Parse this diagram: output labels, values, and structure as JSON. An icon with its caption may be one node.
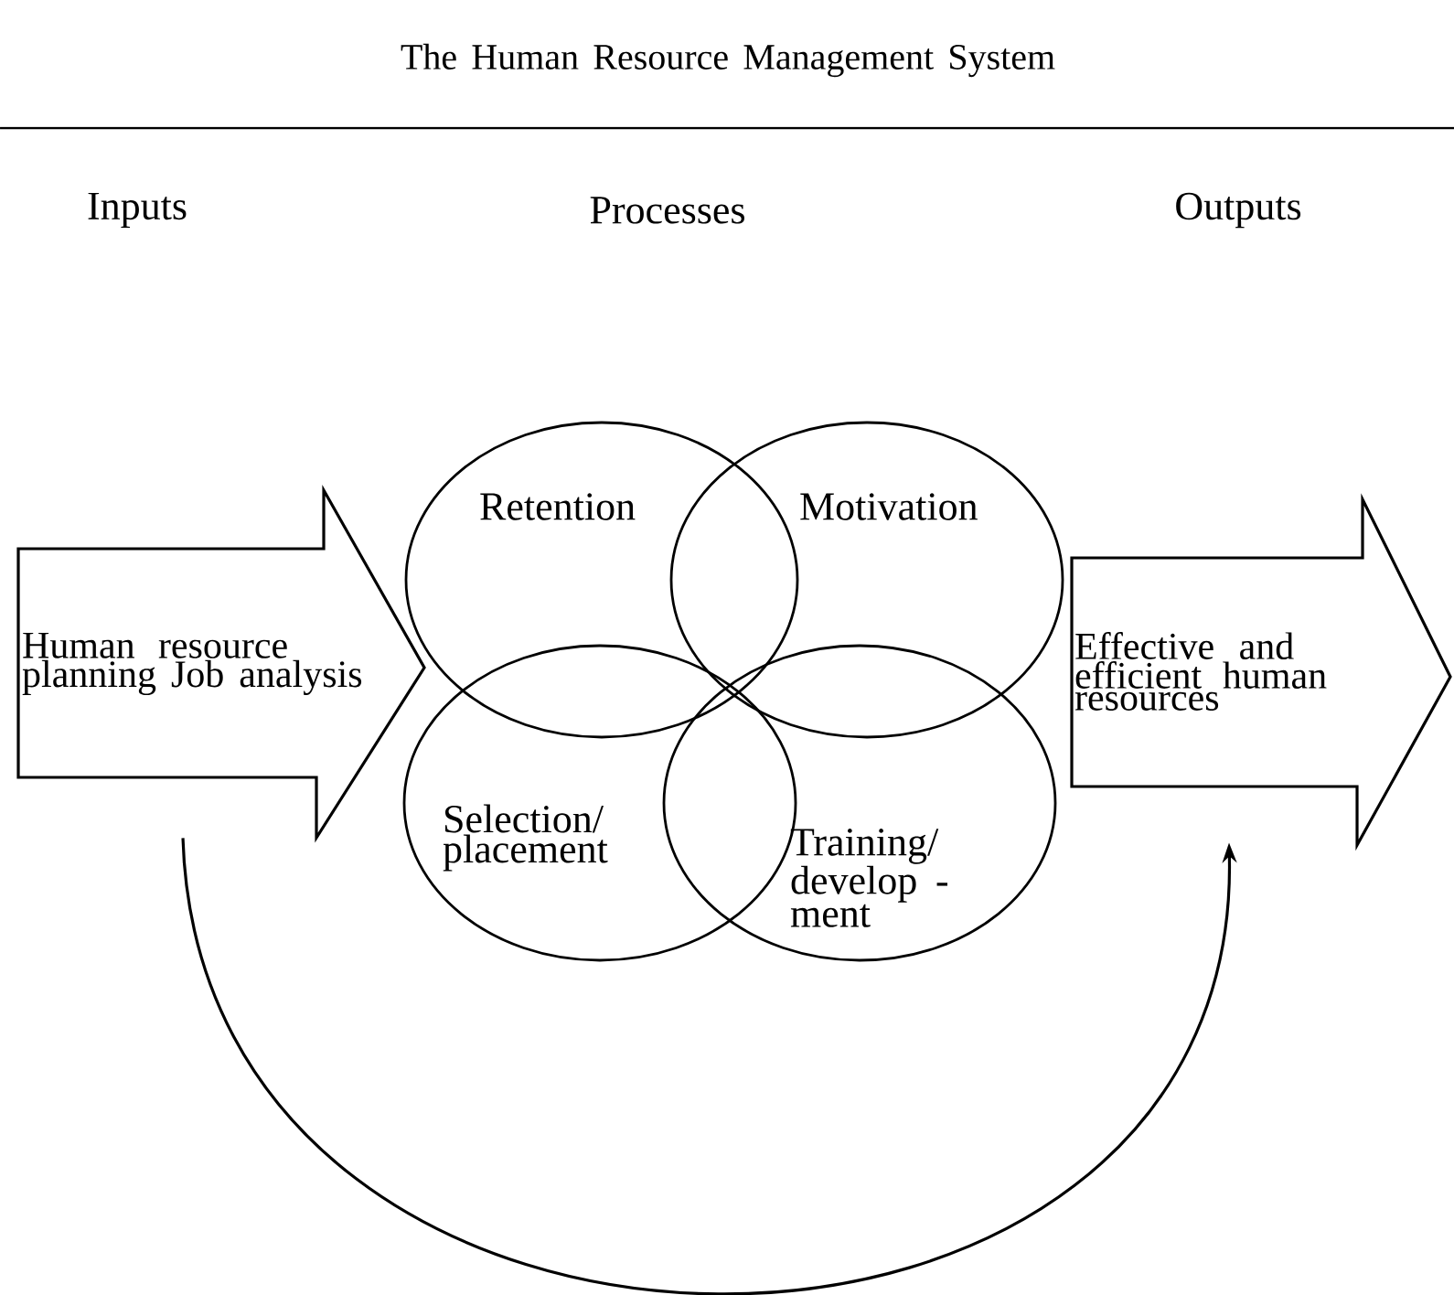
{
  "diagram": {
    "title": "The Human Resource Management System",
    "nodes": [
      {
        "text": [
          "Human resource planning Job analysis"
        ]
      },
      {
        "text": [
          "Retention"
        ]
      },
      {
        "text": [
          "Motivation"
        ]
      },
      {
        "text": [
          "Selection/ placement"
        ]
      },
      {
        "text": [
          "Training/ develop - ment"
        ]
      },
      {
        "text": [
          "Effective and efficient human resources"
        ]
      }
    ],
    "edges": [
      {
        "from": 0,
        "to": 5,
        "arrow": "to"
      }
    ],
    "labels": [
      "Inputs",
      "Processes",
      "Outputs"
    ]
  }
}
